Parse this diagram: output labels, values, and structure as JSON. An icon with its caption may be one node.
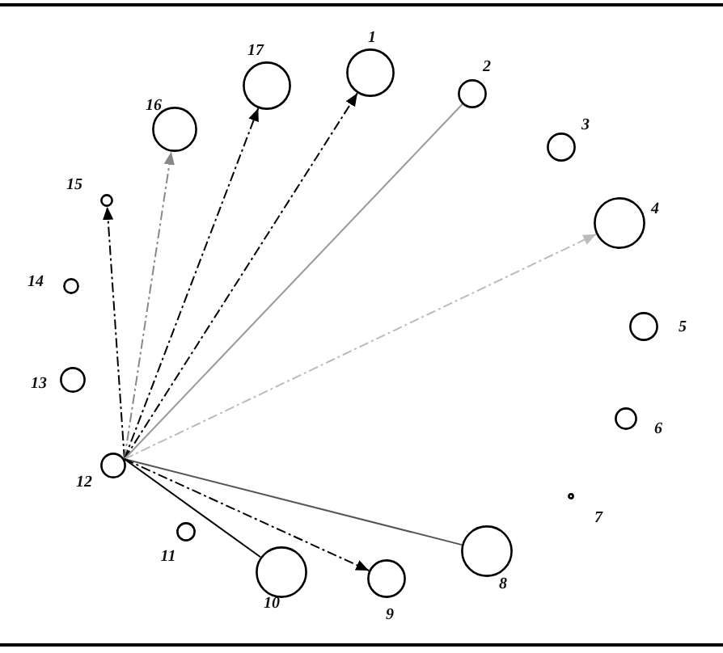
{
  "diagram": {
    "nodes": [
      {
        "text": [],
        "shape": "circle",
        "beside": [
          "1"
        ]
      },
      {
        "text": [],
        "shape": "circle",
        "beside": [
          "2"
        ]
      },
      {
        "text": [],
        "shape": "circle",
        "beside": [
          "3"
        ]
      },
      {
        "text": [],
        "shape": "circle",
        "beside": [
          "4"
        ]
      },
      {
        "text": [],
        "shape": "circle",
        "beside": [
          "5"
        ]
      },
      {
        "text": [],
        "shape": "circle",
        "beside": [
          "6"
        ]
      },
      {
        "text": [],
        "shape": "circle",
        "beside": [
          "7"
        ]
      },
      {
        "text": [],
        "shape": "circle",
        "beside": [
          "8"
        ]
      },
      {
        "text": [],
        "shape": "circle",
        "beside": [
          "9"
        ]
      },
      {
        "text": [],
        "shape": "circle",
        "beside": [
          "10"
        ]
      },
      {
        "text": [],
        "shape": "circle",
        "beside": [
          "11"
        ]
      },
      {
        "text": [],
        "shape": "circle",
        "beside": [
          "12"
        ]
      },
      {
        "text": [],
        "shape": "circle",
        "beside": [
          "13"
        ]
      },
      {
        "text": [],
        "shape": "circle",
        "beside": [
          "14"
        ]
      },
      {
        "text": [],
        "shape": "circle",
        "beside": [
          "15"
        ]
      },
      {
        "text": [],
        "shape": "circle",
        "beside": [
          "16"
        ]
      },
      {
        "text": [],
        "shape": "circle",
        "beside": [
          "17"
        ]
      }
    ],
    "edges": [
      {
        "from": 11,
        "to": 14,
        "arrow": "to",
        "style": "dashed"
      },
      {
        "from": 11,
        "to": 15,
        "arrow": "to",
        "style": "dashed",
        "color": "#888888"
      },
      {
        "from": 11,
        "to": 16,
        "arrow": "to",
        "style": "dashed"
      },
      {
        "from": 11,
        "to": 0,
        "arrow": "to",
        "style": "dashed"
      },
      {
        "from": 11,
        "to": 1,
        "arrow": "none",
        "color": "#999999"
      },
      {
        "from": 11,
        "to": 3,
        "arrow": "to",
        "style": "dashed",
        "color": "#bbbbbb"
      },
      {
        "from": 11,
        "to": 7,
        "arrow": "none",
        "color": "#555555"
      },
      {
        "from": 11,
        "to": 8,
        "arrow": "to",
        "style": "dashed"
      },
      {
        "from": 11,
        "to": 9,
        "arrow": "none"
      }
    ]
  }
}
